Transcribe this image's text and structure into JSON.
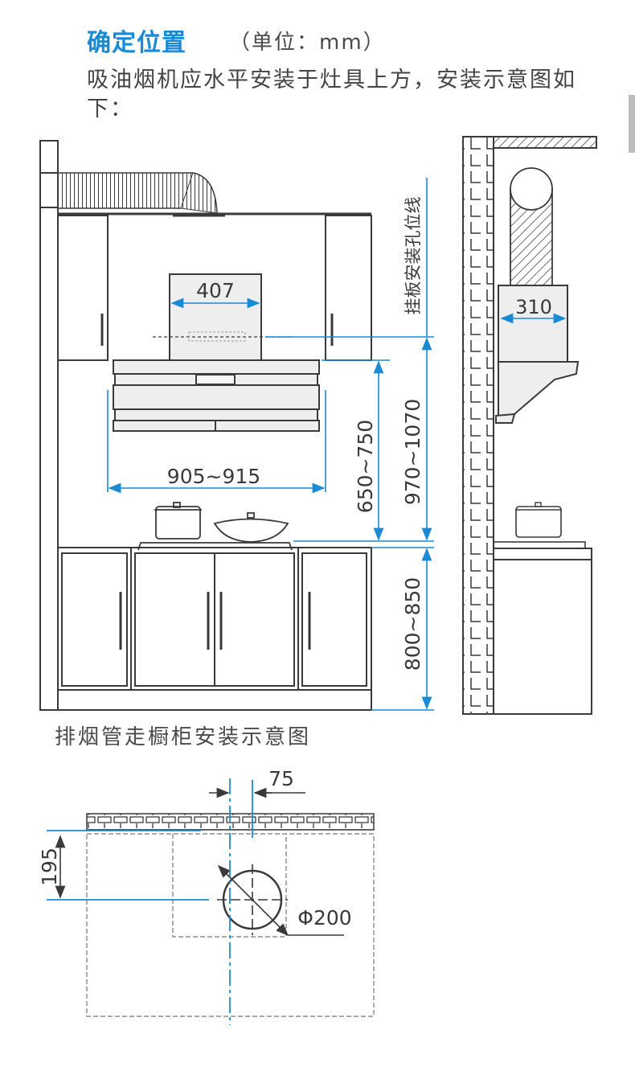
{
  "header": {
    "title": "确定位置",
    "unit": "（单位：mm）",
    "description": "吸油烟机应水平安装于灶具上方，安装示意图如下："
  },
  "front_view": {
    "caption": "排烟管走橱柜安装示意图",
    "vertical_label": "挂板安装孔位线",
    "dim_chimney_width": "407",
    "dim_hood_width": "905~915",
    "dim_hood_to_stove": "650~750",
    "dim_mount_to_stove": "970~1070",
    "dim_counter_height": "800~850"
  },
  "side_view": {
    "dim_depth": "310"
  },
  "top_view": {
    "dim_offset": "75",
    "dim_wall_distance": "195",
    "dim_diameter": "Φ200"
  },
  "colors": {
    "accent": "#1a8ad4",
    "line": "#3a3a3a",
    "fill": "#eeeeee"
  }
}
